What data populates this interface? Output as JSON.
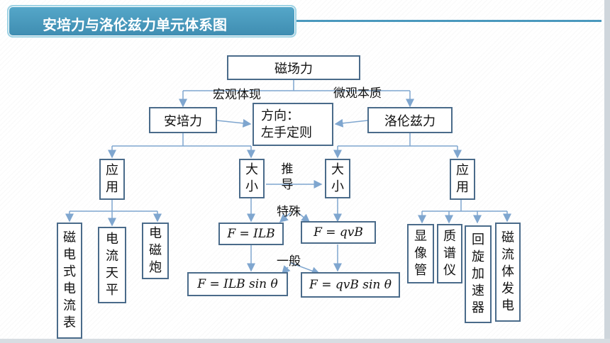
{
  "title": "安培力与洛伦兹力单元体系图",
  "nodes": {
    "root": "磁场力",
    "ampere": "安培力",
    "lorentz": "洛伦兹力",
    "direction_line1": "方向：",
    "direction_line2": "左手定则",
    "apply_left": [
      "应",
      "用"
    ],
    "size_left": [
      "大",
      "小"
    ],
    "size_right": [
      "大",
      "小"
    ],
    "apply_right": [
      "应",
      "用"
    ],
    "f_ilb": "F = ILB",
    "f_qvb": "F  =  qvB",
    "f_ilb_sin": "F = ILB sin θ",
    "f_qvb_sin": "F = qvB sin θ",
    "app_left_items": [
      [
        "磁",
        "电",
        "式",
        "电",
        "流",
        "表"
      ],
      [
        "电",
        "流",
        "天",
        "平"
      ],
      [
        "电",
        "磁",
        "炮"
      ]
    ],
    "app_right_items": [
      [
        "显",
        "像",
        "管"
      ],
      [
        "质",
        "谱",
        "仪"
      ],
      [
        "回",
        "旋",
        "加",
        "速",
        "器"
      ],
      [
        "磁",
        "流",
        "体",
        "发",
        "电"
      ]
    ]
  },
  "labels": {
    "macro": "宏观体现",
    "micro": "微观本质",
    "derive": [
      "推",
      "导"
    ],
    "special": "特殊",
    "general": "一般"
  },
  "colors": {
    "title_bg": "#4a98bd",
    "box_border": "#4a6b8a",
    "arrow": "#7fa6cf"
  }
}
